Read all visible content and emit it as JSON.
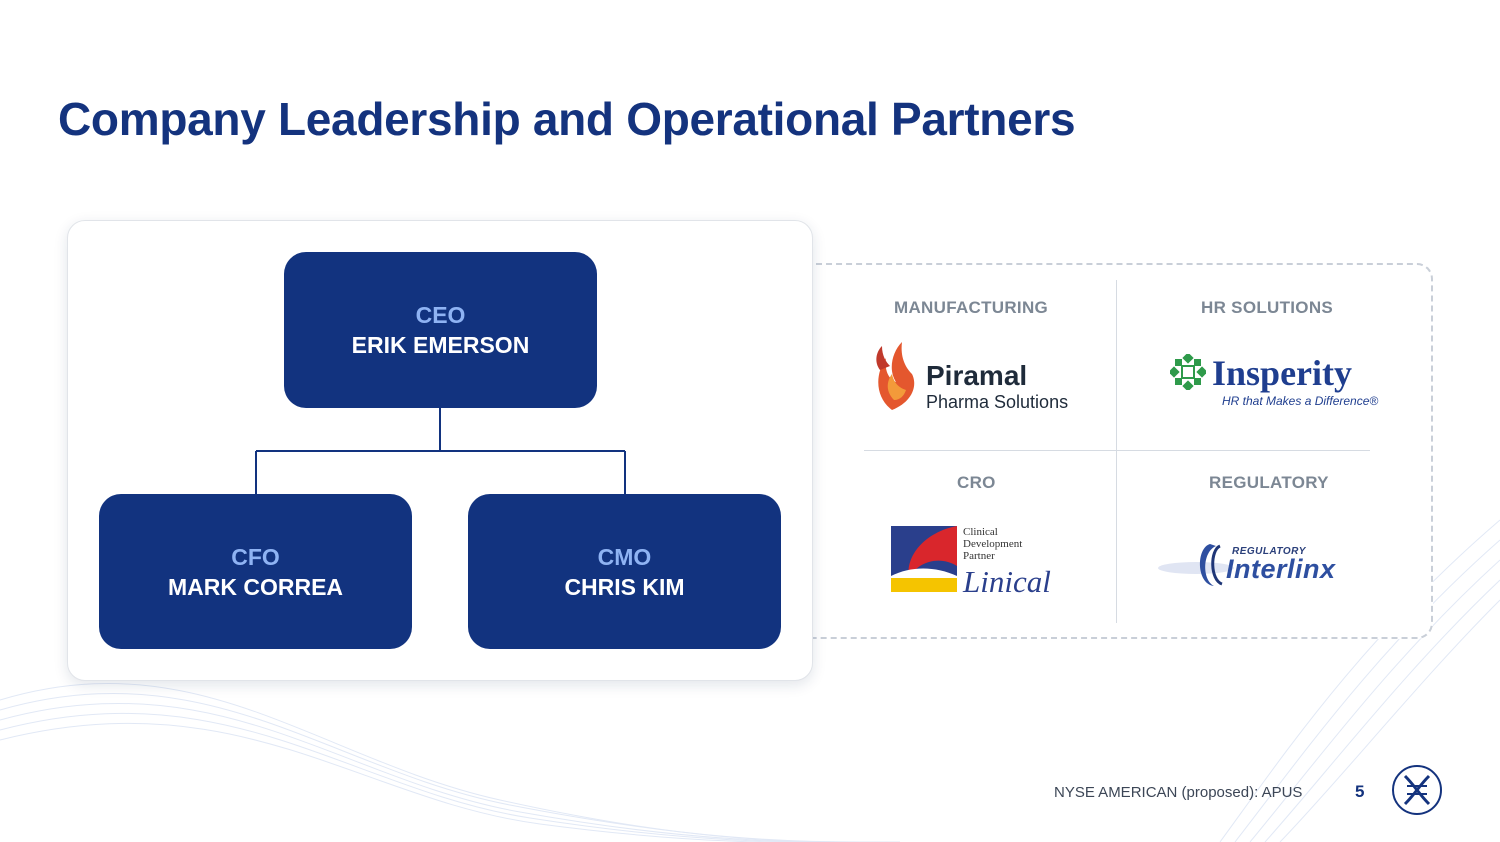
{
  "slide": {
    "title": "Company Leadership and Operational Partners",
    "footer_text": "NYSE AMERICAN (proposed): APUS",
    "page_number": "5"
  },
  "leadership": {
    "ceo": {
      "title": "CEO",
      "name": "ERIK EMERSON"
    },
    "cfo": {
      "title": "CFO",
      "name": "MARK CORREA"
    },
    "cmo": {
      "title": "CMO",
      "name": "CHRIS KIM"
    }
  },
  "partners": {
    "manufacturing": {
      "label": "MANUFACTURING",
      "logo_name": "Piramal",
      "logo_subtitle": "Pharma Solutions"
    },
    "hr_solutions": {
      "label": "HR SOLUTIONS",
      "logo_name": "Insperity",
      "logo_registered": "®",
      "logo_tagline": "HR that Makes a Difference®"
    },
    "cro": {
      "label": "CRO",
      "logo_line1": "Clinical",
      "logo_line2": "Development",
      "logo_line3": "Partner",
      "logo_name": "Linical"
    },
    "regulatory": {
      "label": "REGULATORY",
      "logo_small": "REGULATORY",
      "logo_name": "Interlinx"
    }
  },
  "colors": {
    "navy": "#12337f",
    "role_title": "#8fb3f3",
    "category_gray": "#7c8794",
    "piramal_orange": "#e4572e",
    "insperity_green": "#2e9a4a",
    "linical_red": "#d9262c",
    "linical_yellow": "#f5c400"
  }
}
